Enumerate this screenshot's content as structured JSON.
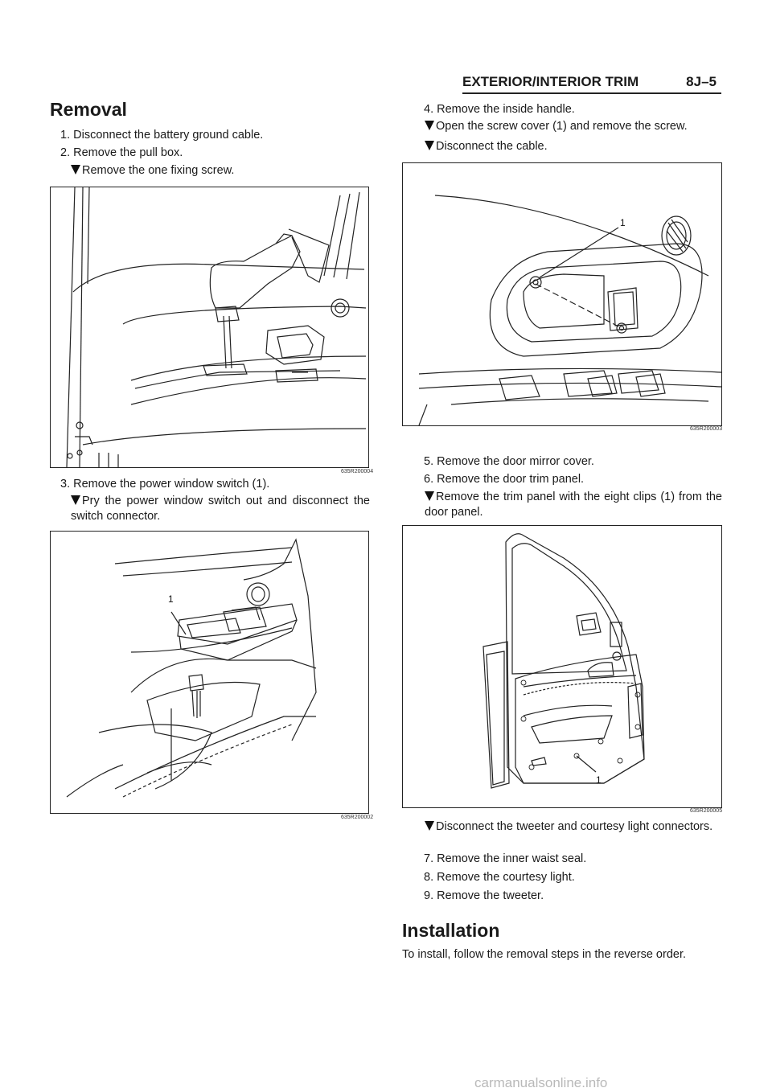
{
  "header": {
    "title": "EXTERIOR/INTERIOR TRIM",
    "page": "8J–5"
  },
  "removal": {
    "heading": "Removal",
    "step1": "1. Disconnect the battery ground cable.",
    "step2": "2. Remove the pull box.",
    "step2_bullet": "Remove the one fixing screw.",
    "fig1_code": "635R200004",
    "step3": "3. Remove the power window switch (1).",
    "step3_bullet": "Pry the power window switch out and disconnect the switch connector.",
    "fig2_code": "635R200002",
    "fig2_callout": "1",
    "step4": "4. Remove the inside handle.",
    "step4_bullet1": "Open the screw cover (1) and remove the screw.",
    "step4_bullet2": "Disconnect the cable.",
    "fig3_code": "635R200003",
    "fig3_callout": "1",
    "step5": "5. Remove the door mirror cover.",
    "step6": "6. Remove the door trim panel.",
    "step6_bullet": "Remove the trim panel with the eight clips (1) from the door panel.",
    "fig4_code": "635R200005",
    "fig4_callout": "1",
    "step6_bullet2": "Disconnect the tweeter and courtesy light connectors.",
    "step7": "7. Remove the inner waist seal.",
    "step8": "8. Remove the courtesy light.",
    "step9": "9. Remove the tweeter."
  },
  "installation": {
    "heading": "Installation",
    "text": "To install, follow the removal steps in the reverse order."
  },
  "watermark": "carmanualsonline.info",
  "icons": {
    "bullet": "triangle-bullet-icon"
  }
}
